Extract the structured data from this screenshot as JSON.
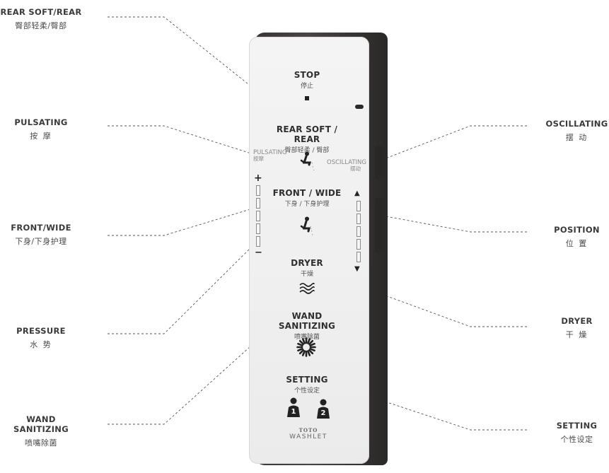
{
  "callouts": {
    "rear": {
      "en": "REAR SOFT/REAR",
      "zh": "臀部轻柔/臀部"
    },
    "pulsating": {
      "en": "PULSATING",
      "zh": "按 摩"
    },
    "front": {
      "en": "FRONT/WIDE",
      "zh": "下身/下身护理"
    },
    "pressure": {
      "en": "PRESSURE",
      "zh": "水 势"
    },
    "wand": {
      "en": "WAND SANITIZING",
      "zh": "喷嘴除菌"
    },
    "oscillating": {
      "en": "OSCILLATING",
      "zh": "摆 动"
    },
    "position": {
      "en": "POSITION",
      "zh": "位 置"
    },
    "dryer": {
      "en": "DRYER",
      "zh": "干 燥"
    },
    "setting": {
      "en": "SETTING",
      "zh": "个性设定"
    }
  },
  "remote": {
    "stop": {
      "en": "STOP",
      "zh": "停止"
    },
    "rear": {
      "en": "REAR SOFT / REAR",
      "zh": "臀部轻柔 / 臀部"
    },
    "pulsating": {
      "en": "PULSATING",
      "zh": "按摩"
    },
    "oscillating": {
      "en": "OSCILLATING",
      "zh": "摆动"
    },
    "front": {
      "en": "FRONT / WIDE",
      "zh": "下身 / 下身护理"
    },
    "dryer": {
      "en": "DRYER",
      "zh": "干燥"
    },
    "wand": {
      "en": "WAND SANITIZING",
      "zh": "喷嘴除菌"
    },
    "setting": {
      "en": "SETTING",
      "zh": "个性设定"
    },
    "plus": "+",
    "minus": "−",
    "up": "▲",
    "down": "▼",
    "user1": "1",
    "user2": "2",
    "brand_top": "TOTO",
    "brand_bottom": "WASHLET"
  },
  "icons": [
    "stop-icon",
    "rear-wash-icon",
    "front-wash-icon",
    "dryer-wave-icon",
    "wand-sanitizing-icon",
    "user-1-icon",
    "user-2-icon"
  ],
  "colors": {
    "remote_body": "#3a3535",
    "remote_face": "#f0f0f0",
    "leader_line": "#555555"
  }
}
